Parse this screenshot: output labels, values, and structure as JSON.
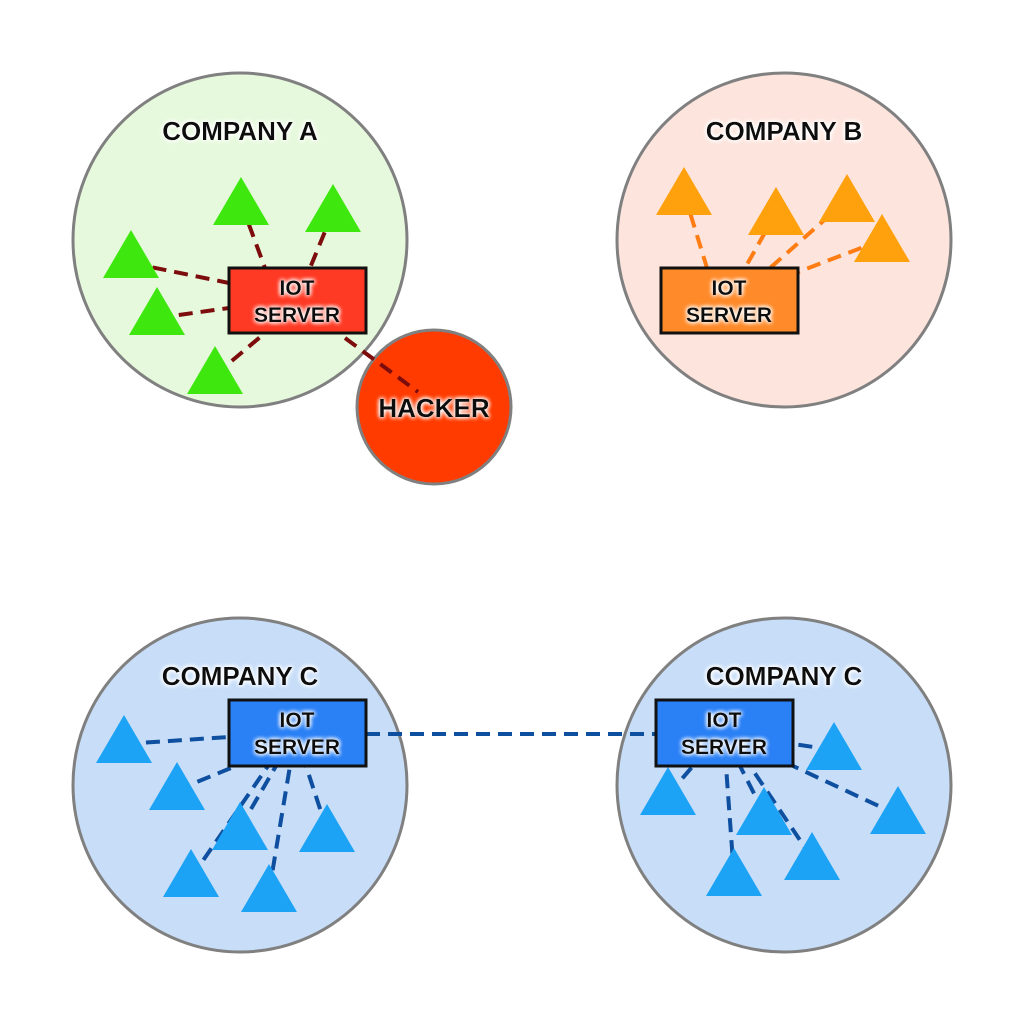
{
  "colors": {
    "company_a_fill": "#e6f9dc",
    "company_b_fill": "#fde4dc",
    "company_c_fill": "#c7ddf8",
    "circle_stroke": "#808080",
    "device_green": "#3ee80e",
    "device_orange": "#ffa10c",
    "device_blue": "#1da3f5",
    "link_darkred": "#7d0c0c",
    "link_orange": "#ff7d12",
    "link_blue": "#0f4fa0",
    "server_red": "#ff3a24",
    "server_orange": "#ff8a2a",
    "server_blue": "#2a80f5",
    "hacker_fill": "#ff3b00"
  },
  "companies": [
    {
      "label": "COMPANY A",
      "server_line1": "IOT",
      "server_line2": "SERVER"
    },
    {
      "label": "COMPANY B",
      "server_line1": "IOT",
      "server_line2": "SERVER"
    },
    {
      "label": "COMPANY C",
      "server_line1": "IOT",
      "server_line2": "SERVER"
    },
    {
      "label": "COMPANY C",
      "server_line1": "IOT",
      "server_line2": "SERVER"
    }
  ],
  "hacker": {
    "label": "HACKER"
  }
}
